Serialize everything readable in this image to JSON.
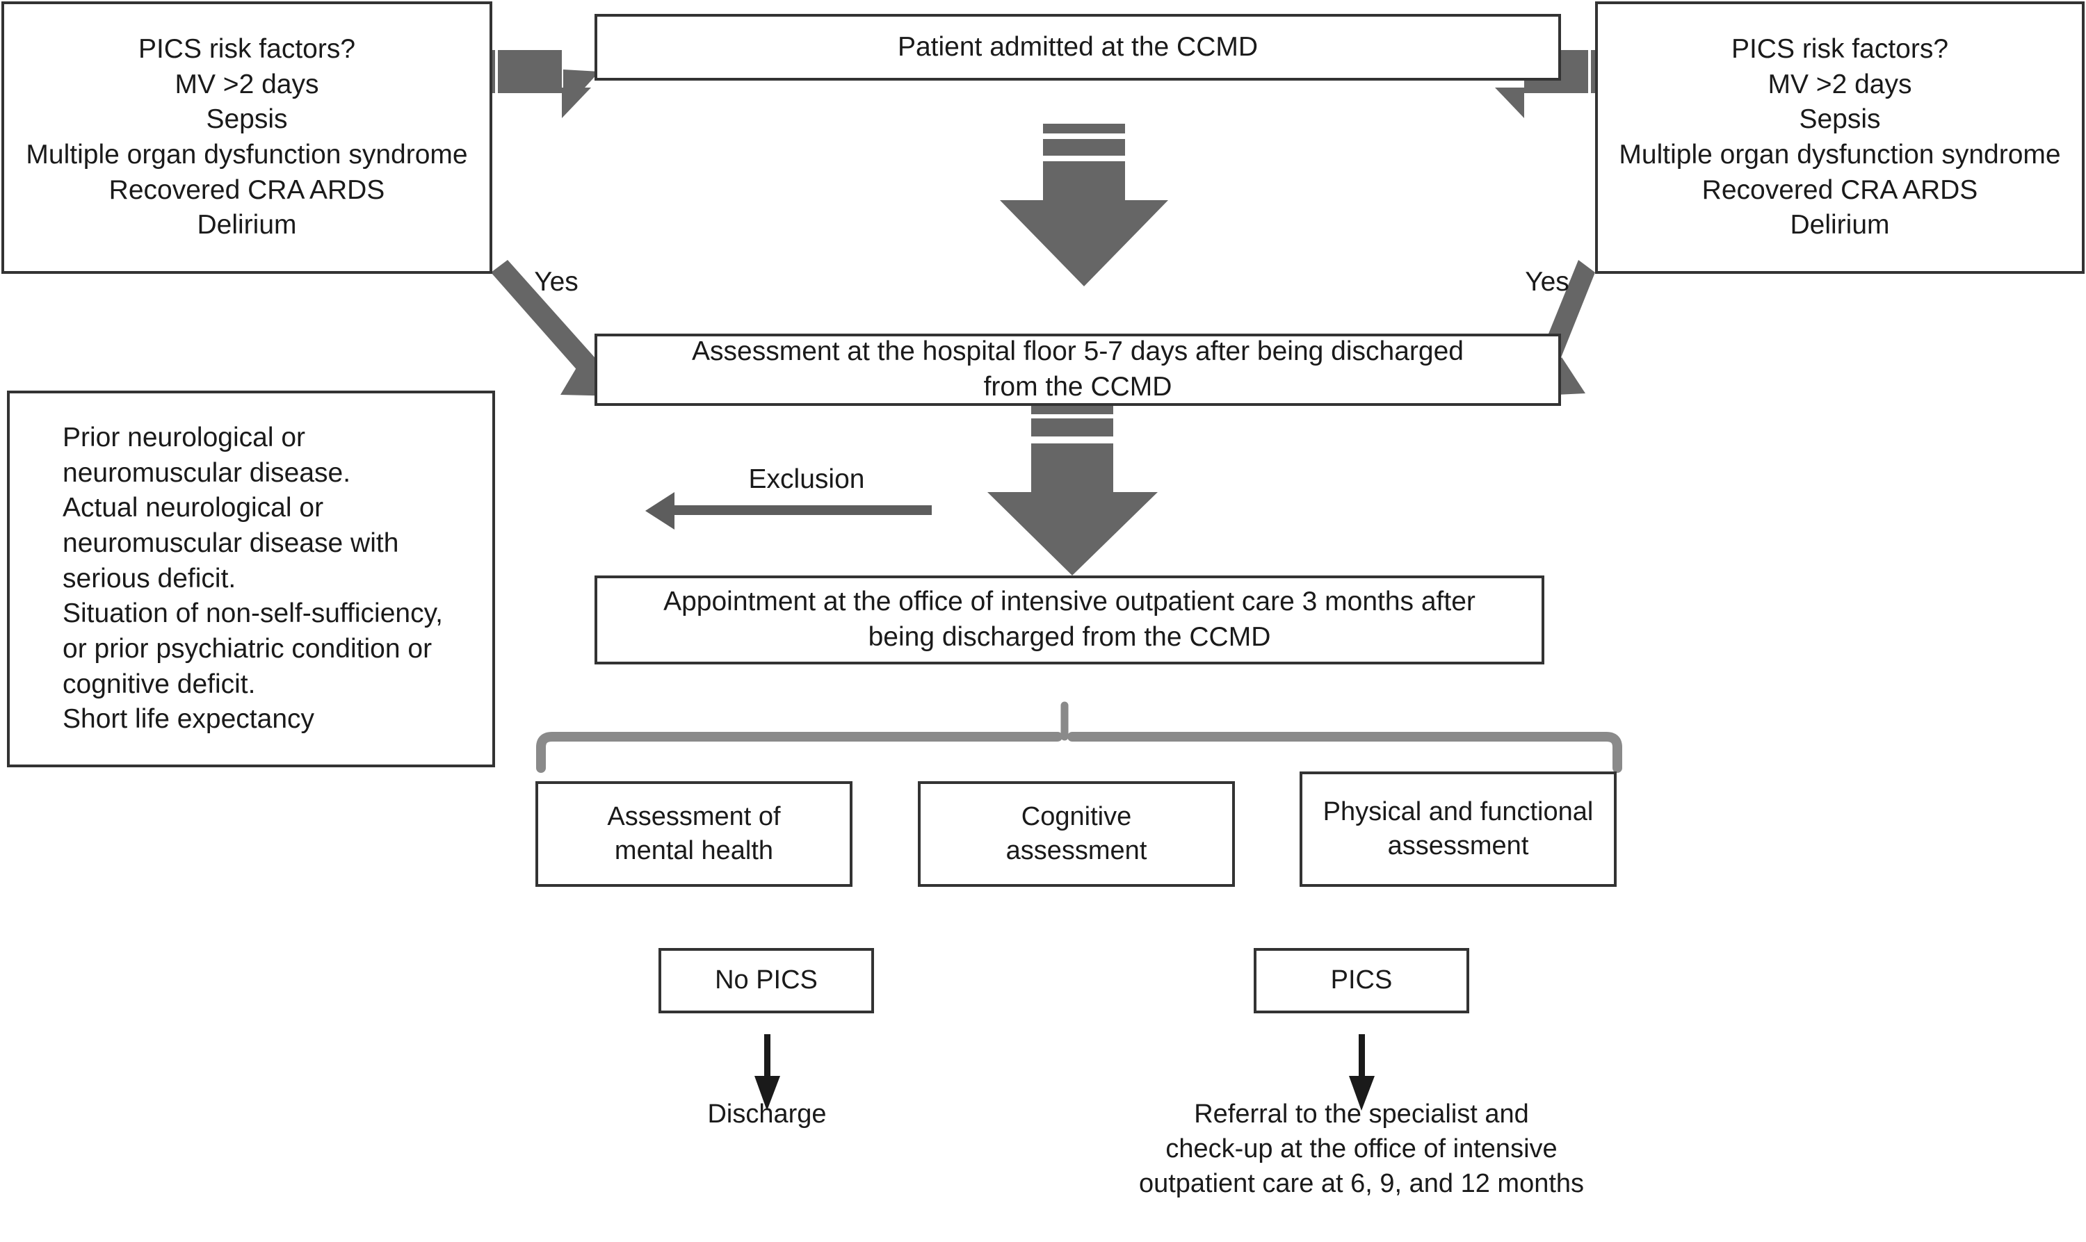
{
  "diagram": {
    "title": "PICS follow-up clinical pathway",
    "colors": {
      "box_border": "#333333",
      "text": "#1a1a1a",
      "arrow_gray": "#666666",
      "brace_gray": "#8a8a8a",
      "arrow_black": "#1a1a1a",
      "background": "#ffffff"
    }
  },
  "risk_box_left": {
    "name": "PICS risk factors (left)",
    "lines": "PICS risk factors?\nMV >2 days\nSepsis\nMultiple organ dysfunction syndrome\nRecovered CRA ARDS\nDelirium"
  },
  "risk_box_right": {
    "name": "PICS risk factors (right)",
    "lines": "PICS risk factors?\nMV >2 days\nSepsis\nMultiple organ dysfunction syndrome\nRecovered CRA ARDS\nDelirium"
  },
  "admission_box": {
    "text": "Patient admitted at the CCMD"
  },
  "assessment_box": {
    "text": "Assessment at the hospital floor 5-7 days after being discharged\nfrom the CCMD"
  },
  "appointment_box": {
    "text": "Appointment at the office of intensive outpatient care 3 months after\nbeing discharged from the CCMD"
  },
  "exclusion_box": {
    "text": "Prior neurological or\nneuromuscular disease.\nActual neurological or\nneuromuscular disease with\nserious deficit.\nSituation of non-self-sufficiency,\n or prior psychiatric condition or\ncognitive deficit.\nShort life expectancy"
  },
  "labels": {
    "yes_left": "Yes",
    "yes_right": "Yes",
    "exclusion": "Exclusion"
  },
  "assessment_nodes": [
    {
      "text": "Assessment of\nmental health"
    },
    {
      "text": "Cognitive\nassessment"
    },
    {
      "text": "Physical and functional\nassessment"
    }
  ],
  "outcome_nodes": [
    {
      "text": "No PICS"
    },
    {
      "text": "PICS"
    }
  ],
  "outcome_results": [
    {
      "text": "Discharge"
    },
    {
      "text": "Referral to the specialist and\ncheck-up at the office of intensive\noutpatient care at 6, 9, and 12 months"
    }
  ]
}
